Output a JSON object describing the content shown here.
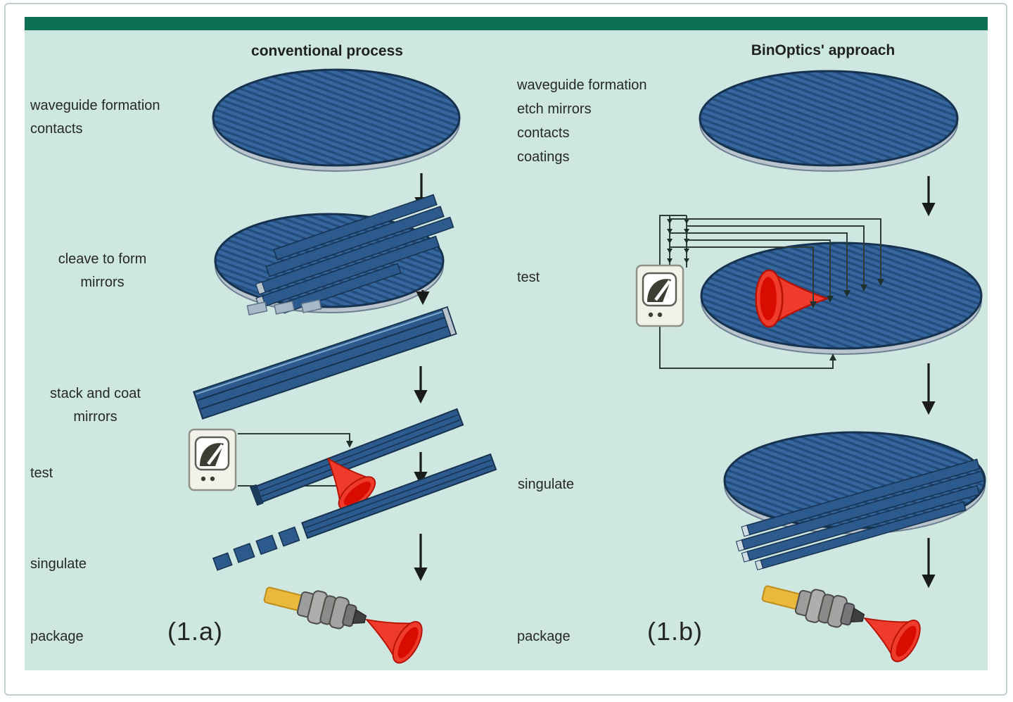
{
  "figure": {
    "left": {
      "title": "conventional process",
      "caption": "(1.a)",
      "labels": {
        "step1": [
          "waveguide formation",
          "contacts"
        ],
        "step2": [
          "cleave to form",
          "mirrors"
        ],
        "step3": [
          "stack and coat",
          "mirrors"
        ],
        "step4": [
          "test"
        ],
        "step5": [
          "singulate"
        ],
        "step6": [
          "package"
        ]
      }
    },
    "right": {
      "title": "BinOptics' approach",
      "caption": "(1.b)",
      "labels": {
        "step1": [
          "waveguide formation",
          "etch mirrors",
          "contacts",
          "coatings"
        ],
        "step2": [
          "test"
        ],
        "step3": [
          "singulate"
        ],
        "step4": [
          "package"
        ]
      }
    },
    "colors": {
      "panel_background": "#cfe7e1",
      "header_bar_green": "#0d6f54",
      "wafer_blue": "#35679e",
      "wafer_stripe_blue": "#234d7c",
      "wafer_outline_navy": "#16324f",
      "bar_navy": "#2c5a8c",
      "laser_red": "#ee3b2b",
      "laser_core_red": "#d90c00",
      "fiber_yellow": "#e9b83c",
      "wire_dark": "#2e3d39",
      "rim_gray": "#b9c4cd"
    }
  }
}
